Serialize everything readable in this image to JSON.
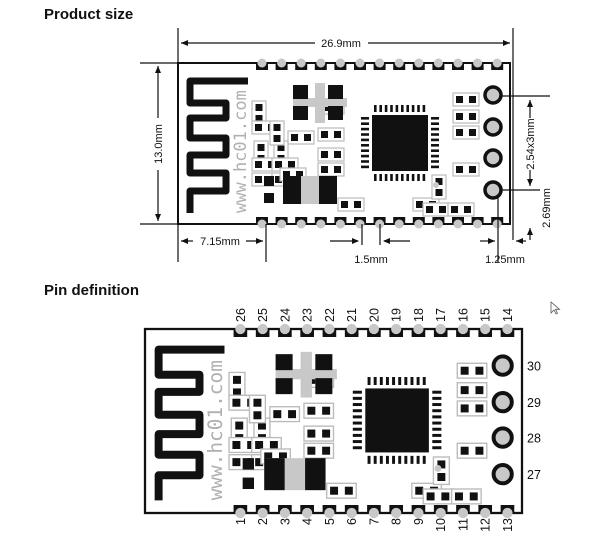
{
  "sections": {
    "product_size": "Product size",
    "pin_definition": "Pin definition"
  },
  "dimensions": {
    "width": "26.9mm",
    "height": "13.0mm",
    "antenna_offset": "7.15mm",
    "pin_pitch": "1.5mm",
    "edge_offset": "1.25mm",
    "hole_pitch": "2.54x3mm",
    "hole_offset": "2.69mm"
  },
  "silkscreen": "www.hc01.com",
  "pins": {
    "top": [
      "26",
      "25",
      "24",
      "23",
      "22",
      "21",
      "20",
      "19",
      "18",
      "17",
      "16",
      "15",
      "14"
    ],
    "bottom": [
      "1",
      "2",
      "3",
      "4",
      "5",
      "6",
      "7",
      "8",
      "9",
      "10",
      "11",
      "12",
      "13"
    ],
    "right": [
      "30",
      "29",
      "28",
      "27"
    ]
  },
  "colors": {
    "board_line": "#111111",
    "pad_gray": "#c8c8c8",
    "outline_gray": "#bbbbbb",
    "silk_gray": "#b0b0b0"
  }
}
